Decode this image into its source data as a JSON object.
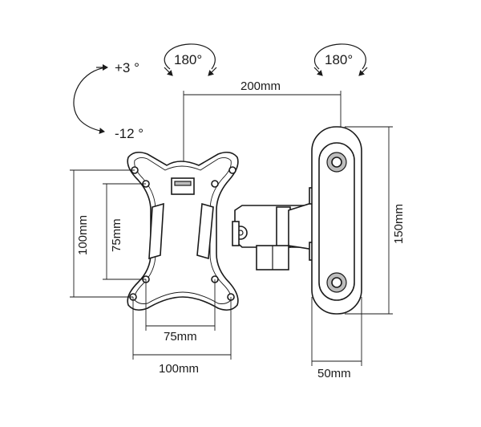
{
  "tilt": {
    "up": "+3 °",
    "down": "-12 °"
  },
  "swivel": {
    "left": "180°",
    "right": "180°"
  },
  "dimensions": {
    "arm_length": "200mm",
    "wall_plate_height": "150mm",
    "wall_plate_width": "50mm",
    "vesa_inner_vertical": "75mm",
    "vesa_outer_vertical": "100mm",
    "vesa_inner_horizontal": "75mm",
    "vesa_outer_horizontal": "100mm"
  },
  "colors": {
    "line": "#1a1a1a",
    "shade": "#bdbdbd",
    "background": "#ffffff"
  }
}
